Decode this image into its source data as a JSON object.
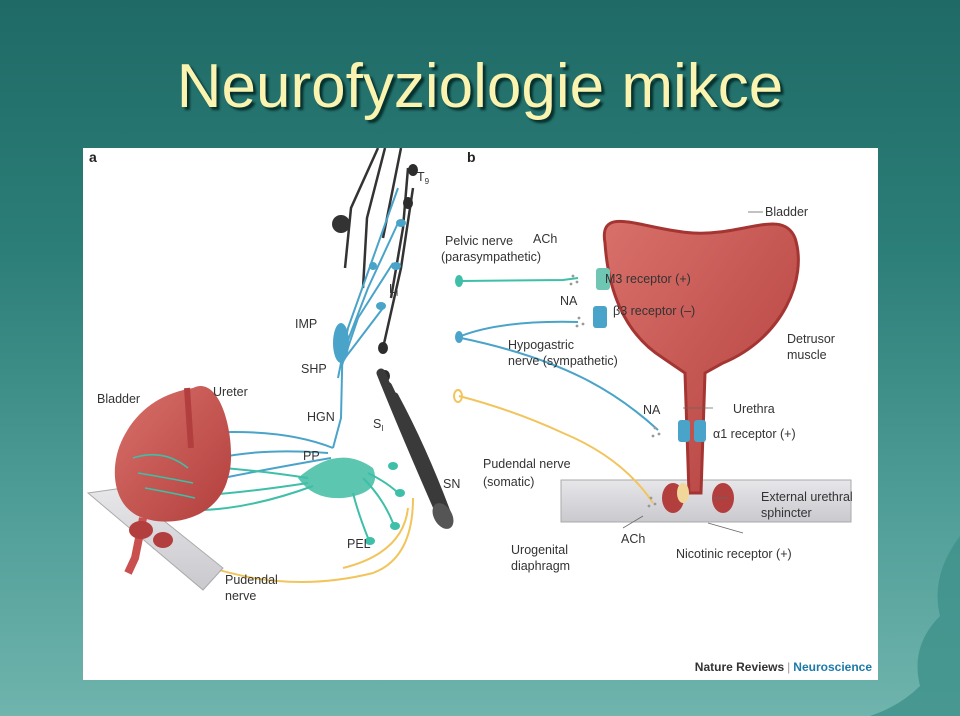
{
  "slide": {
    "title": "Neurofyziologie mikce"
  },
  "figure": {
    "panel_a": {
      "letter": "a",
      "labels": {
        "t9": "T",
        "t9_sub": "9",
        "l1": "L",
        "l1_sub": "I",
        "imp": "IMP",
        "shp": "SHP",
        "hgn": "HGN",
        "s1": "S",
        "s1_sub": "I",
        "pp": "PP",
        "sn": "SN",
        "pel": "PEL",
        "bladder": "Bladder",
        "ureter": "Ureter",
        "pudendal_1": "Pudendal",
        "pudendal_2": "nerve"
      }
    },
    "panel_b": {
      "letter": "b",
      "labels": {
        "bladder": "Bladder",
        "pelvic_1": "Pelvic nerve",
        "pelvic_2": "(parasympathetic)",
        "ach_top": "ACh",
        "m3": "M3 receptor (+)",
        "na_top": "NA",
        "beta3": "β3 receptor (–)",
        "hypogastric_1": "Hypogastric",
        "hypogastric_2": "nerve (sympathetic)",
        "detrusor_1": "Detrusor",
        "detrusor_2": "muscle",
        "na_mid": "NA",
        "urethra": "Urethra",
        "alpha1": "α1 receptor (+)",
        "pudendal_1": "Pudendal nerve",
        "pudendal_2": "(somatic)",
        "ext_1": "External urethral",
        "ext_2": "sphincter",
        "urogenital_1": "Urogenital",
        "urogenital_2": "diaphragm",
        "ach_bottom": "ACh",
        "nicotinic": "Nicotinic receptor (+)"
      }
    },
    "credit": {
      "publisher": "Nature Reviews",
      "journal": "Neuroscience"
    }
  },
  "colors": {
    "nerve_blue": "#4aa3c9",
    "nerve_teal": "#3dbfa8",
    "nerve_yellow": "#f2c45c",
    "bladder": "#c9504f",
    "nerve_dark": "#2b2b2b"
  }
}
